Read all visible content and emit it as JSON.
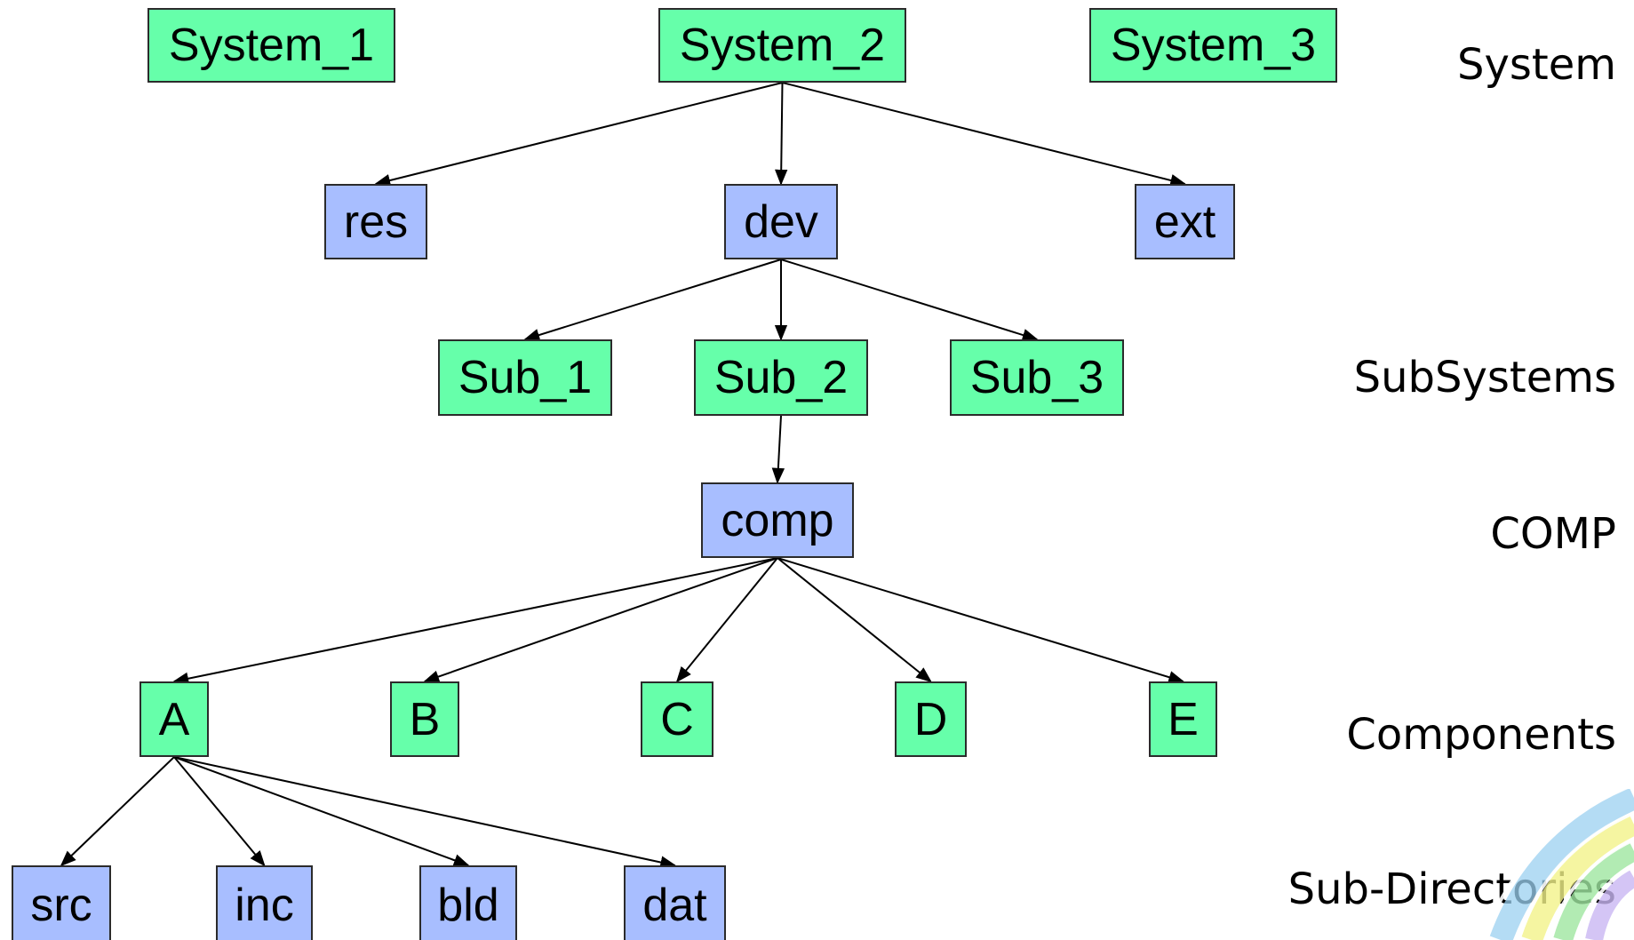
{
  "colors": {
    "folder_green": "#66ffaa",
    "folder_blue": "#a8beff",
    "edge": "#000000"
  },
  "nodes": {
    "system_1": "System_1",
    "system_2": "System_2",
    "system_3": "System_3",
    "res": "res",
    "dev": "dev",
    "ext": "ext",
    "sub_1": "Sub_1",
    "sub_2": "Sub_2",
    "sub_3": "Sub_3",
    "comp": "comp",
    "a": "A",
    "b": "B",
    "c": "C",
    "d": "D",
    "e": "E",
    "src": "src",
    "inc": "inc",
    "bld": "bld",
    "dat": "dat"
  },
  "edges": [
    [
      "system_2",
      "res"
    ],
    [
      "system_2",
      "dev"
    ],
    [
      "system_2",
      "ext"
    ],
    [
      "dev",
      "sub_1"
    ],
    [
      "dev",
      "sub_2"
    ],
    [
      "dev",
      "sub_3"
    ],
    [
      "sub_2",
      "comp"
    ],
    [
      "comp",
      "a"
    ],
    [
      "comp",
      "b"
    ],
    [
      "comp",
      "c"
    ],
    [
      "comp",
      "d"
    ],
    [
      "comp",
      "e"
    ],
    [
      "a",
      "src"
    ],
    [
      "a",
      "inc"
    ],
    [
      "a",
      "bld"
    ],
    [
      "a",
      "dat"
    ]
  ],
  "levels": {
    "system": "System",
    "subsystems": "SubSystems",
    "comp": "COMP",
    "components": "Components",
    "subdirectories": "Sub-Directories"
  }
}
